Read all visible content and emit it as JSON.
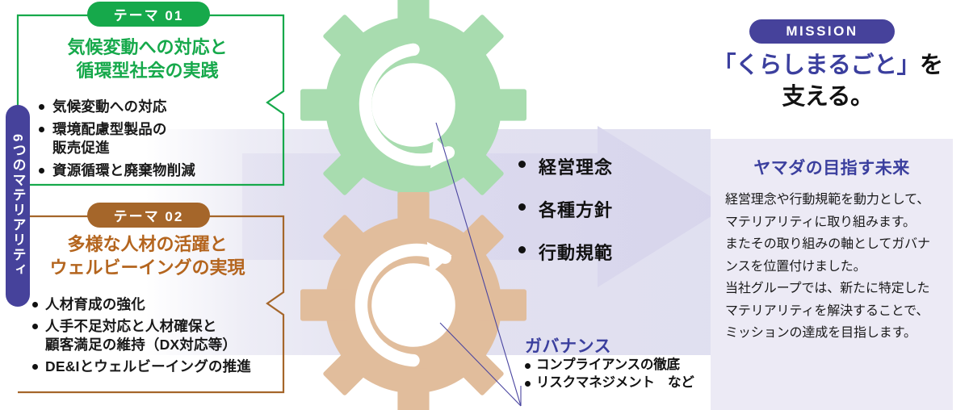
{
  "colors": {
    "theme1_green": "#16a94b",
    "theme1_green_dark": "#0f9b45",
    "theme2_brown": "#a5662a",
    "theme2_brown_text": "#b4651e",
    "sidebar_purple": "#46429b",
    "mission_blue": "#3b3f9e",
    "gear_green": "#a8dcaf",
    "gear_tan": "#e1bd9c",
    "arrow_lavender": "#dcdaee",
    "panel_lavender": "#eceaf5",
    "connector_line": "#4a45a0"
  },
  "sidebar": {
    "label": "6つのマテリアリティ"
  },
  "themes": [
    {
      "pill_label": "テーマ 01",
      "title_lines": [
        "気候変動への対応と",
        "循環型社会の実践"
      ],
      "items": [
        "気候変動への対応",
        "環境配慮型製品の\n販売促進",
        "資源循環と廃棄物削減"
      ]
    },
    {
      "pill_label": "テーマ 02",
      "title_lines": [
        "多様な人材の活躍と",
        "ウェルビーイングの実現"
      ],
      "items": [
        "人材育成の強化",
        "人手不足対応と人材確保と\n顧客満足の維持（DX対応等）",
        "DE&Iとウェルビーイングの推進"
      ]
    }
  ],
  "arrow": {
    "items": [
      "経営理念",
      "各種方針",
      "行動規範"
    ]
  },
  "governance": {
    "title": "ガバナンス",
    "items": [
      "コンプライアンスの徹底",
      "リスクマネジメント　など"
    ]
  },
  "mission": {
    "pill_label": "MISSION",
    "highlight": "「くらしまるごと」",
    "tail": "を",
    "line2": "支える。"
  },
  "future": {
    "title": "ヤマダの目指す未来",
    "body_lines": [
      "経営理念や行動規範を動力として、",
      "マテリアリティに取り組みます。",
      "またその取り組みの軸としてガバナ",
      "ンスを位置付けました。",
      "当社グループでは、新たに特定した",
      "マテリアリティを解決することで、",
      "ミッションの達成を目指します。"
    ]
  },
  "icons": {
    "gear_green": "gear-cycle-icon",
    "gear_tan": "gear-cycle-icon",
    "big_arrow": "right-arrow-icon"
  }
}
